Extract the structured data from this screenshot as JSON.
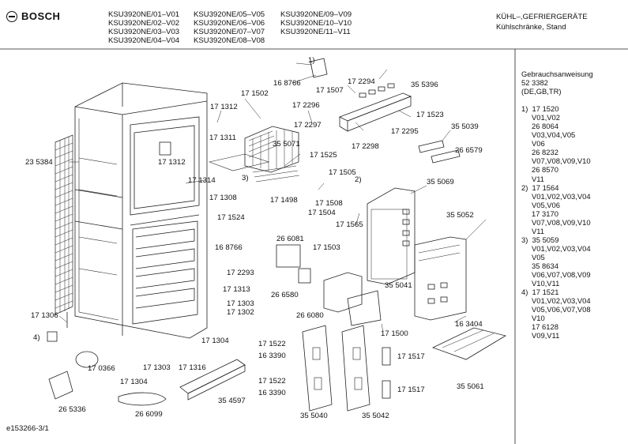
{
  "header": {
    "brand": "BOSCH",
    "models_col1": [
      "KSU3920NE/01–V01",
      "KSU3920NE/02–V02",
      "KSU3920NE/03–V03",
      "KSU3920NE/04–V04"
    ],
    "models_col2": [
      "KSU3920NE/05–V05",
      "KSU3920NE/06–V06",
      "KSU3920NE/07–V07",
      "KSU3920NE/08–V08"
    ],
    "models_col3": [
      "KSU3920NE/09–V09",
      "KSU3920NE/10–V10",
      "KSU3920NE/11–V11"
    ],
    "category": "KÜHL–,GEFRIERGERÄTE",
    "subcategory": "Kühlschränke, Stand"
  },
  "sidebar": {
    "lines": [
      "Gebrauchsanweisung",
      "52 3382",
      "(DE,GB,TR)",
      "",
      "1)  17 1520",
      "     V01,V02",
      "     26 8064",
      "     V03,V04,V05",
      "     V06",
      "     26 8232",
      "     V07,V08,V09,V10",
      "     26 8570",
      "     V11",
      "2)  17 1564",
      "     V01,V02,V03,V04",
      "     V05,V06",
      "     17 3170",
      "     V07,V08,V09,V10",
      "     V11",
      "3)  35 5059",
      "     V01,V02,V03,V04",
      "     V05",
      "     35 8634",
      "     V06,V07,V08,V09",
      "     V10,V11",
      "4)  17 1521",
      "     V01,V02,V03,V04",
      "     V05,V06,V07,V08",
      "     V10",
      "     17 6128",
      "     V09,V11"
    ]
  },
  "parts": [
    {
      "id": "p1",
      "label": "1)"
    },
    {
      "id": "p2",
      "label": "16 8766"
    },
    {
      "id": "p3",
      "label": "17 1507"
    },
    {
      "id": "p4",
      "label": "17 2294"
    },
    {
      "id": "p5",
      "label": "35 5396"
    },
    {
      "id": "p6",
      "label": "17 1502"
    },
    {
      "id": "p7",
      "label": "17 1312"
    },
    {
      "id": "p8",
      "label": "17 2296"
    },
    {
      "id": "p9",
      "label": "17 1523"
    },
    {
      "id": "p10",
      "label": "17 2297"
    },
    {
      "id": "p11",
      "label": "17 2295"
    },
    {
      "id": "p12",
      "label": "35 5039"
    },
    {
      "id": "p13",
      "label": "17 1311"
    },
    {
      "id": "p14",
      "label": "35 5071"
    },
    {
      "id": "p15",
      "label": "17 2298"
    },
    {
      "id": "p16",
      "label": "17 1525"
    },
    {
      "id": "p17",
      "label": "26 6579"
    },
    {
      "id": "p18",
      "label": "23 5384"
    },
    {
      "id": "p19",
      "label": "17 1312"
    },
    {
      "id": "p20",
      "label": "17 1314"
    },
    {
      "id": "p21",
      "label": "3)"
    },
    {
      "id": "p22",
      "label": "17 1505"
    },
    {
      "id": "p23",
      "label": "2)"
    },
    {
      "id": "p24",
      "label": "35 5069"
    },
    {
      "id": "p25",
      "label": "17 1308"
    },
    {
      "id": "p26",
      "label": "17 1498"
    },
    {
      "id": "p27",
      "label": "17 1508"
    },
    {
      "id": "p28",
      "label": "17 1504"
    },
    {
      "id": "p29",
      "label": "17 1524"
    },
    {
      "id": "p30",
      "label": "17 1565"
    },
    {
      "id": "p31",
      "label": "35 5052"
    },
    {
      "id": "p32",
      "label": "26 6081"
    },
    {
      "id": "p33",
      "label": "17 1503"
    },
    {
      "id": "p34",
      "label": "16 8766"
    },
    {
      "id": "p35",
      "label": "17 2293"
    },
    {
      "id": "p36",
      "label": "17 1313"
    },
    {
      "id": "p37",
      "label": "26 6580"
    },
    {
      "id": "p38",
      "label": "35 5041"
    },
    {
      "id": "p39",
      "label": "17 1303"
    },
    {
      "id": "p40",
      "label": "17 1302"
    },
    {
      "id": "p41",
      "label": "26 6080"
    },
    {
      "id": "p42",
      "label": "17 1306"
    },
    {
      "id": "p43",
      "label": "4)"
    },
    {
      "id": "p44",
      "label": "17 1304"
    },
    {
      "id": "p45",
      "label": "16 3404"
    },
    {
      "id": "p46",
      "label": "17 1500"
    },
    {
      "id": "p47",
      "label": "17 1522"
    },
    {
      "id": "p48",
      "label": "16 3390"
    },
    {
      "id": "p49",
      "label": "17 0366"
    },
    {
      "id": "p50",
      "label": "17 1303"
    },
    {
      "id": "p51",
      "label": "17 1316"
    },
    {
      "id": "p52",
      "label": "17 1517"
    },
    {
      "id": "p53",
      "label": "17 1304"
    },
    {
      "id": "p54",
      "label": "17 1522"
    },
    {
      "id": "p55",
      "label": "16 3390"
    },
    {
      "id": "p56",
      "label": "17 1517"
    },
    {
      "id": "p57",
      "label": "35 5061"
    },
    {
      "id": "p58",
      "label": "35 4597"
    },
    {
      "id": "p59",
      "label": "26 5336"
    },
    {
      "id": "p60",
      "label": "26 6099"
    },
    {
      "id": "p61",
      "label": "35 5040"
    },
    {
      "id": "p62",
      "label": "35 5042"
    }
  ],
  "footer": {
    "code": "e153266-3/1"
  }
}
